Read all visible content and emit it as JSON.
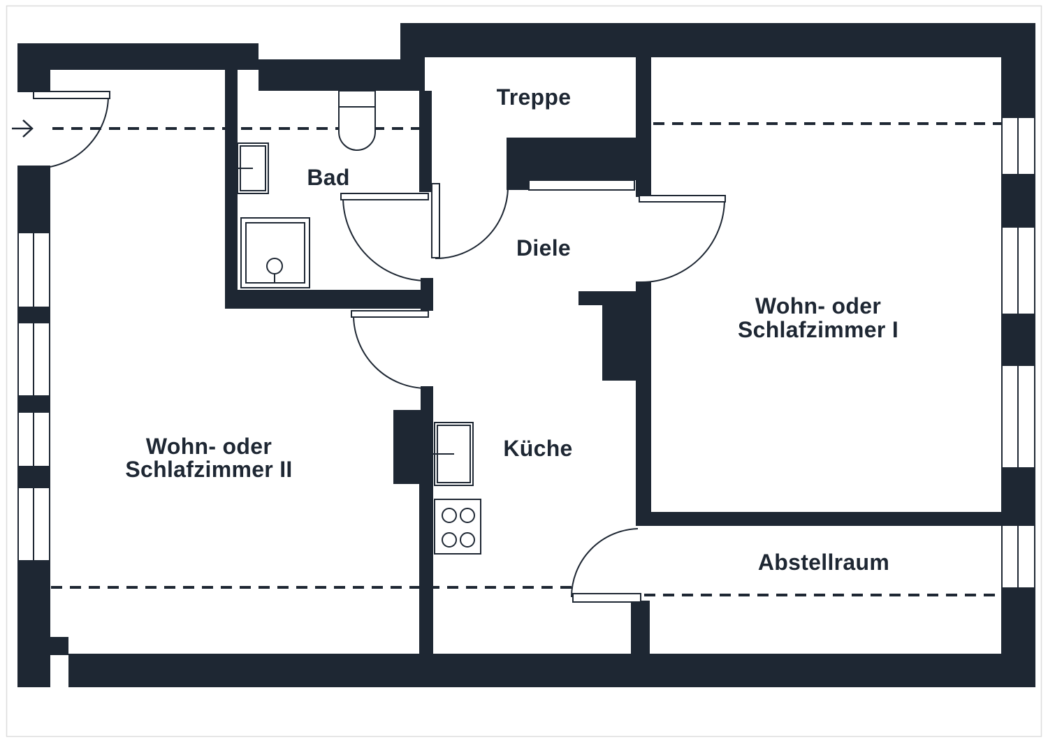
{
  "plan": {
    "type": "apartment-floor-plan",
    "rooms": [
      {
        "id": "treppe",
        "label": "Treppe"
      },
      {
        "id": "bad",
        "label": "Bad"
      },
      {
        "id": "diele",
        "label": "Diele"
      },
      {
        "id": "schlafzimmer1",
        "label_line1": "Wohn- oder",
        "label_line2": "Schlafzimmer I"
      },
      {
        "id": "kueche",
        "label": "Küche"
      },
      {
        "id": "schlafzimmer2",
        "label_line1": "Wohn- oder",
        "label_line2": "Schlafzimmer II"
      },
      {
        "id": "abstellraum",
        "label": "Abstellraum"
      }
    ],
    "colors": {
      "wall": "#1e2733",
      "background": "#ffffff",
      "page_border": "#dcdcdc"
    }
  }
}
